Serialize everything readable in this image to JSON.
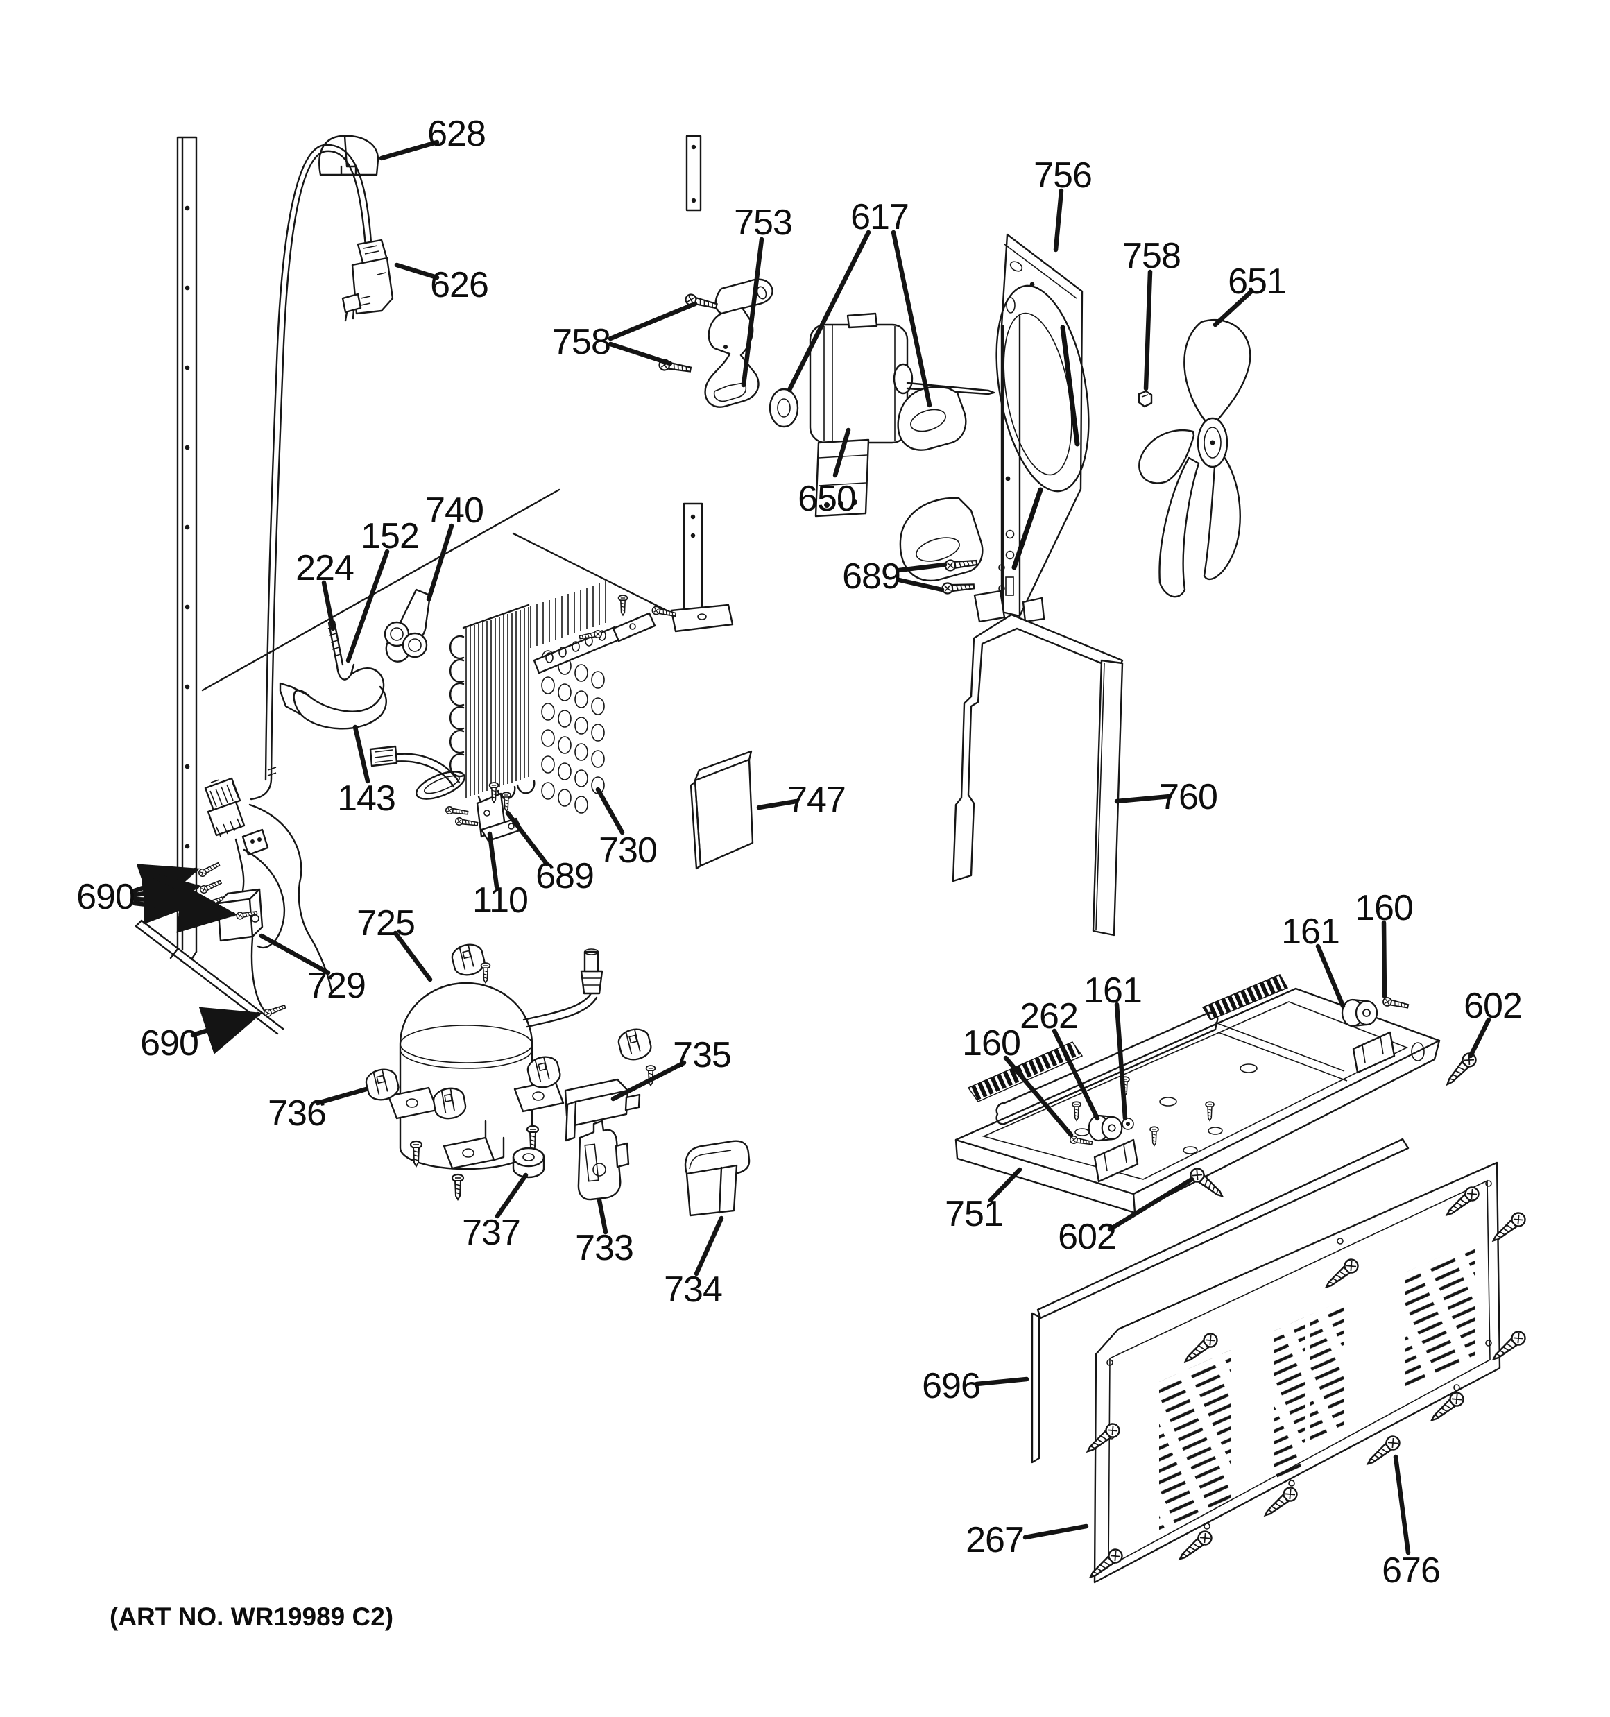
{
  "diagram": {
    "art_note": "(ART NO. WR19989 C2)",
    "labels": {
      "l628": "628",
      "l626": "626",
      "l753": "753",
      "l758a": "758",
      "l617": "617",
      "l650": "650",
      "l756": "756",
      "l758b": "758",
      "l651": "651",
      "l689a": "689",
      "l740": "740",
      "l152": "152",
      "l224": "224",
      "l143": "143",
      "l730": "730",
      "l689b": "689",
      "l110": "110",
      "l747": "747",
      "l760": "760",
      "l690a": "690",
      "l729": "729",
      "l690b": "690",
      "l725": "725",
      "l736": "736",
      "l737": "737",
      "l733": "733",
      "l734": "734",
      "l735": "735",
      "l160a": "160",
      "l161a": "161",
      "l602a": "602",
      "l161b": "161",
      "l262": "262",
      "l160b": "160",
      "l751": "751",
      "l602b": "602",
      "l696": "696",
      "l267": "267",
      "l676": "676"
    }
  }
}
